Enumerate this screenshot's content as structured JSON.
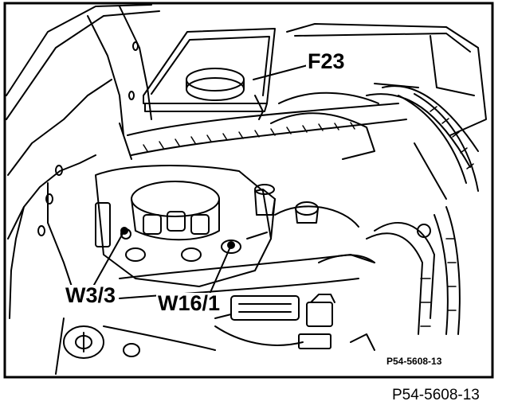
{
  "diagram": {
    "callouts": {
      "f23": "F23",
      "w33": "W3/3",
      "w161": "W16/1"
    },
    "inner_figure_id": "P54-5608-13",
    "figure_reference": "P54-5608-13"
  },
  "colors": {
    "ink": "#000000",
    "paper": "#ffffff"
  }
}
